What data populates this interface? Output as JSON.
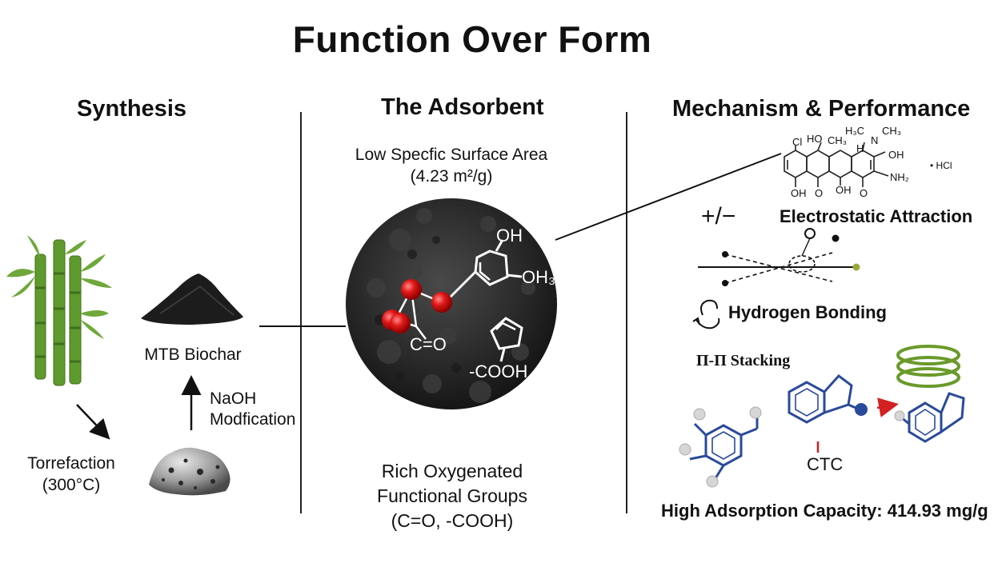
{
  "title": "Function Over Form",
  "sections": {
    "synthesis": "Synthesis",
    "adsorbent": "The Adsorbent",
    "mechanism": "Mechanism & Performance"
  },
  "synthesis": {
    "biochar_label": "MTB Biochar",
    "naoh_line1": "NaOH",
    "naoh_line2": "Modfication",
    "torrefaction_line1": "Torrefaction",
    "torrefaction_line2": "(300°C)"
  },
  "adsorbent": {
    "surface_line1": "Low Specfic Surface Area",
    "surface_line2": "(4.23 m²/g)",
    "oh_label": "OH",
    "oh3_label": "OH₃",
    "co_label": "C=O",
    "cooh_label": "-COOH",
    "groups_line1": "Rich Oxygenated",
    "groups_line2": "Functional Groups",
    "groups_line3": "(C=O, -COOH)"
  },
  "mechanism": {
    "molecule_labels": {
      "cl": "Cl",
      "ho": "HO",
      "ch3": "CH₃",
      "h": "H",
      "h3c": "H₃C",
      "n": "N",
      "nch3": "CH₃",
      "oh_right": "OH",
      "nh2": "NH₂",
      "hcl": "• HCl",
      "o_left": "O",
      "oh_bottom_left": "OH",
      "oh_bottom_mid": "OH",
      "o_bottom_right": "O"
    },
    "charge_symbol": "+/−",
    "electrostatic": "Electrostatic Attraction",
    "hbond": "Hydrogen Bonding",
    "stacking": "Π-Π Stacking",
    "ctc_label": "CTC",
    "capacity": "High Adsorption Capacity: 414.93 mg/g"
  },
  "colors": {
    "bamboo": "#5a8f2a",
    "bamboo_leaf": "#6fa83a",
    "oxygen_red": "#e01818",
    "stacking_green": "#6a9a2a",
    "ring_blue": "#2a4a9a",
    "arrow_red": "#d42020",
    "dot_olive": "#9aa83a"
  },
  "icons": [
    "bamboo-icon",
    "biochar-pile-icon",
    "raw-material-icon",
    "refresh-icon",
    "stacked-rings-icon"
  ]
}
